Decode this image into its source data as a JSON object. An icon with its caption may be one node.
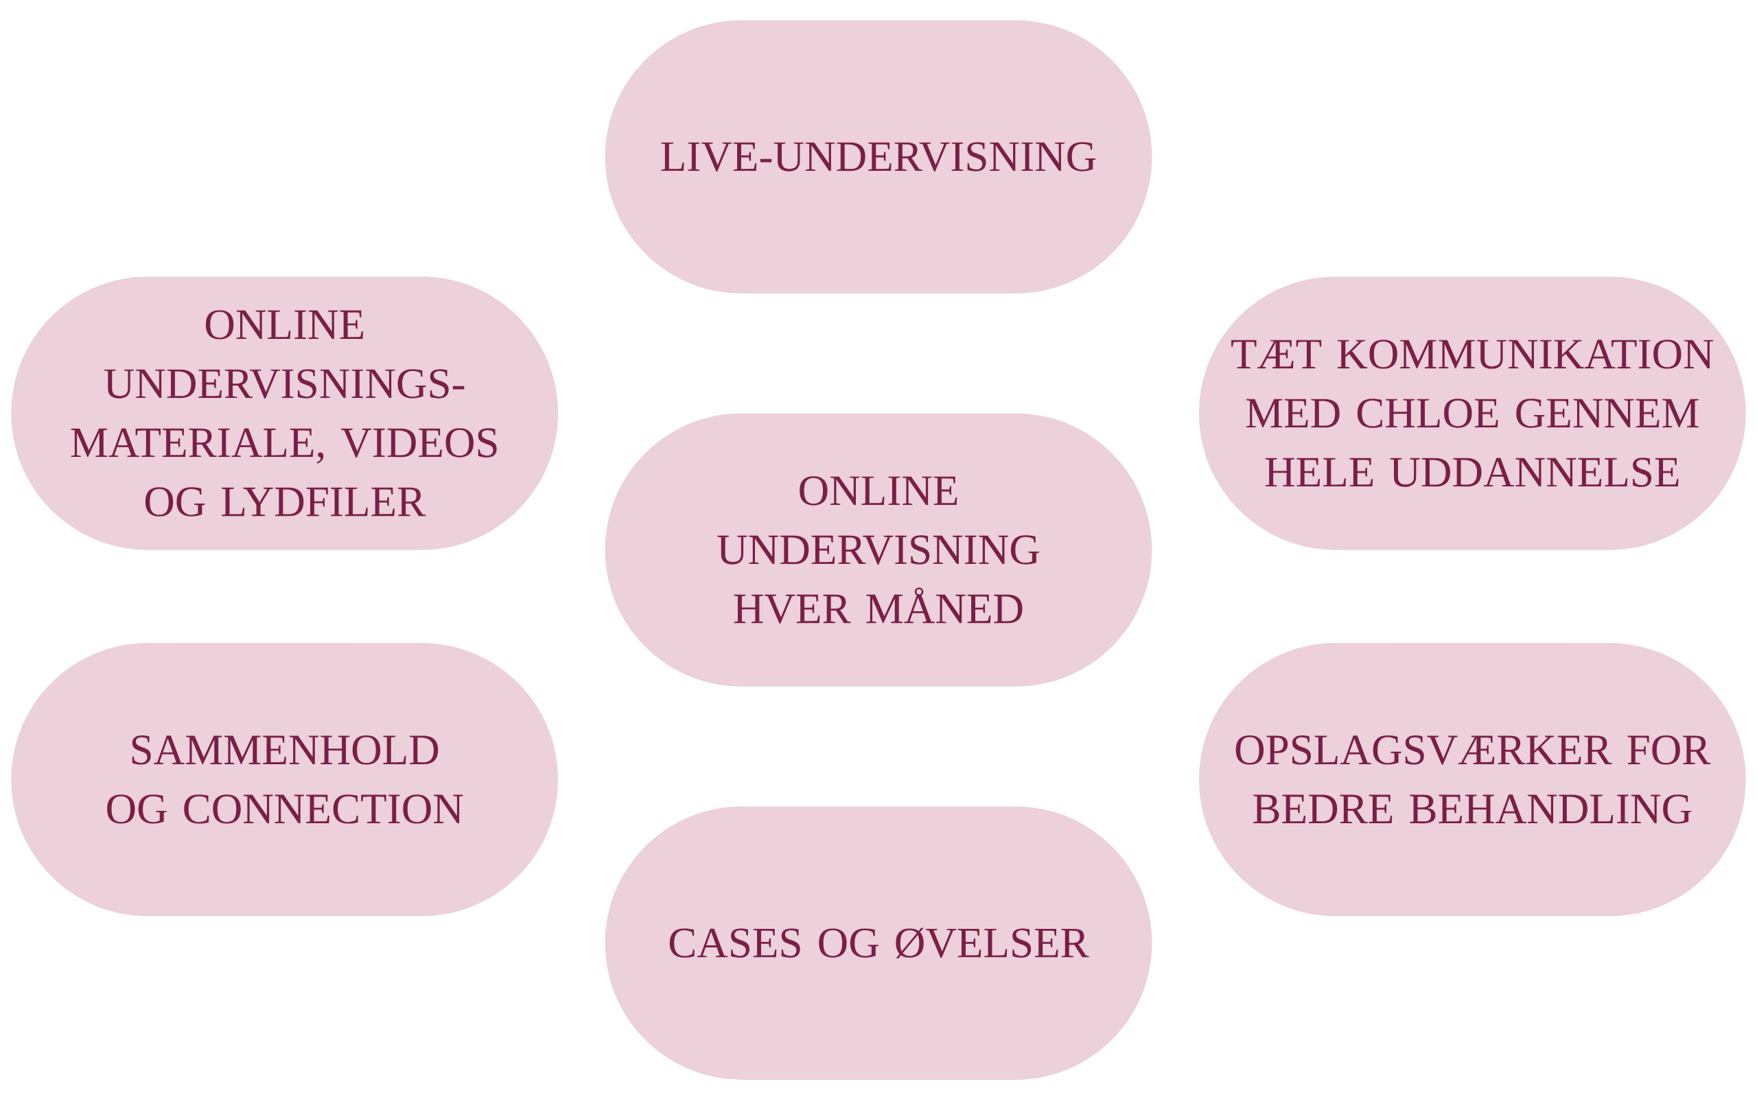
{
  "diagram": {
    "nodes": [
      {
        "text": [
          "LIVE-UNDERVISNING"
        ]
      },
      {
        "text": [
          "ONLINE UNDERVISNINGS-MATERIALE, VIDEOS OG LYDFILER"
        ]
      },
      {
        "text": [
          "TÆT KOMMUNIKATION MED CHLOE GENNEM HELE UDDANNELSE"
        ]
      },
      {
        "text": [
          "ONLINE UNDERVISNING HVER MÅNED"
        ]
      },
      {
        "text": [
          "SAMMENHOLD OG CONNECTION"
        ]
      },
      {
        "text": [
          "OPSLAGSVÆRKER FOR BEDRE BEHANDLING"
        ]
      },
      {
        "text": [
          "CASES OG ØVELSER"
        ]
      }
    ]
  }
}
